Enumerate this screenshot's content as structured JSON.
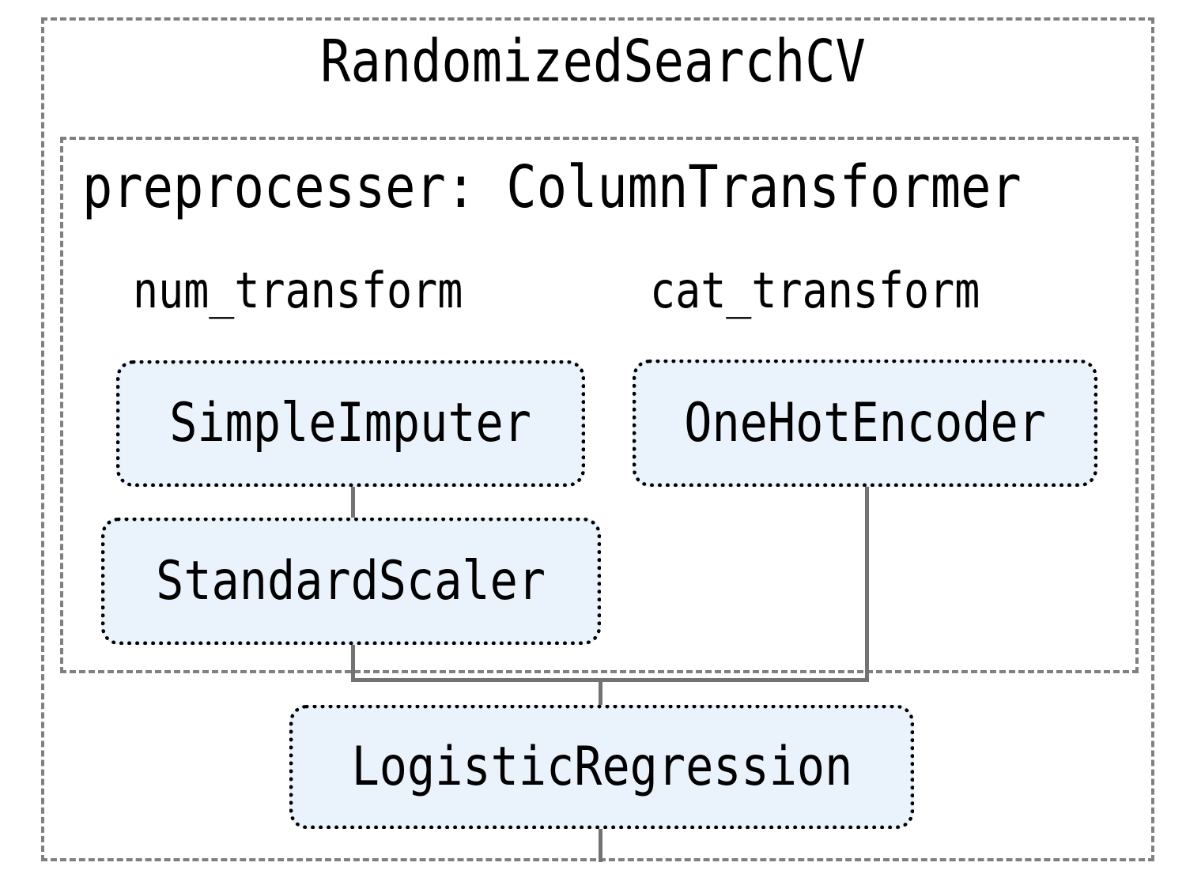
{
  "diagram": {
    "type": "sklearn-pipeline-flowchart",
    "outer_container": {
      "title": "RandomizedSearchCV",
      "border_style": "dashed",
      "border_color": "#808080"
    },
    "inner_container": {
      "title": "preprocesser: ColumnTransformer",
      "border_style": "dashed",
      "border_color": "#808080",
      "branches": [
        {
          "name": "num_transform"
        },
        {
          "name": "cat_transform"
        }
      ]
    },
    "estimators": [
      {
        "id": "simple-imputer",
        "label": "SimpleImputer",
        "branch": "num_transform"
      },
      {
        "id": "one-hot-encoder",
        "label": "OneHotEncoder",
        "branch": "cat_transform"
      },
      {
        "id": "standard-scaler",
        "label": "StandardScaler",
        "branch": "num_transform"
      },
      {
        "id": "logistic-regression",
        "label": "LogisticRegression",
        "branch": "estimator"
      }
    ],
    "edges": [
      {
        "from": "simple-imputer",
        "to": "standard-scaler"
      },
      {
        "from": "standard-scaler",
        "to": "logistic-regression"
      },
      {
        "from": "one-hot-encoder",
        "to": "logistic-regression"
      },
      {
        "from": "logistic-regression",
        "to": "output"
      }
    ],
    "colors": {
      "box_fill": "#eaf2fb",
      "box_border": "#000000",
      "container_border": "#808080",
      "connector": "#737373",
      "text": "#000000",
      "background": "#ffffff"
    }
  }
}
